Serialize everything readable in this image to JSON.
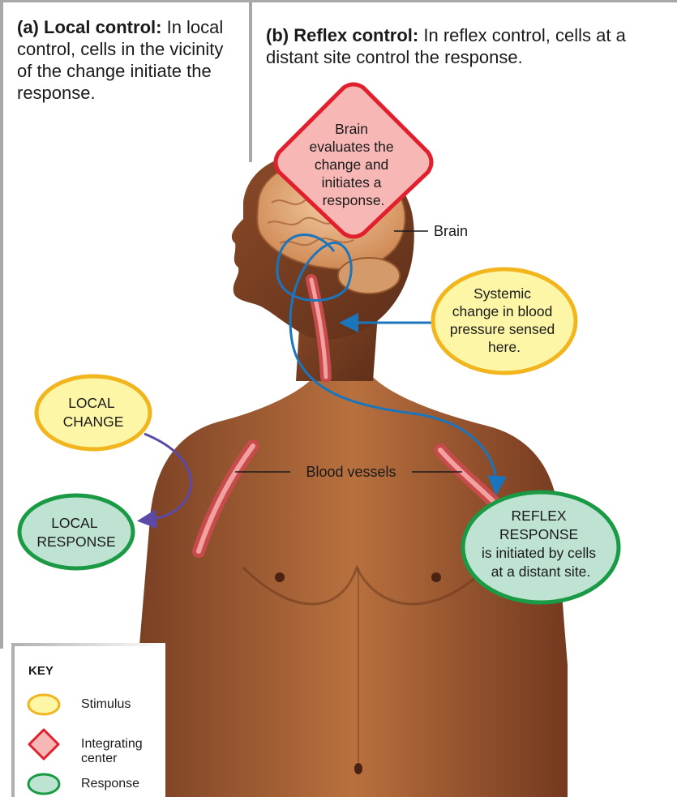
{
  "panel_a": {
    "heading": "(a) Local control:",
    "text": "In local control, cells in the vicinity of the change initiate the response."
  },
  "panel_b": {
    "heading": "(b) Reflex control:",
    "text": "In reflex control, cells at a distant site control the response."
  },
  "nodes": {
    "brain_center": [
      "Brain",
      "evaluates the",
      "change and",
      "initiates a",
      "response."
    ],
    "systemic_change": [
      "Systemic",
      "change in blood",
      "pressure sensed",
      "here."
    ],
    "local_change": [
      "LOCAL",
      "CHANGE"
    ],
    "local_response": [
      "LOCAL",
      "RESPONSE"
    ],
    "reflex_response": [
      "REFLEX",
      "RESPONSE",
      "is initiated by cells",
      "at a distant site."
    ]
  },
  "labels": {
    "brain": "Brain",
    "blood_vessels": "Blood vessels"
  },
  "key": {
    "title": "KEY",
    "items": [
      {
        "label": "Stimulus",
        "shape": "ellipse",
        "fill": "#fdf6a6",
        "stroke": "#f2b51e"
      },
      {
        "label": "Integrating center",
        "shape": "diamond",
        "fill": "#f6b7b5",
        "stroke": "#e0202c"
      },
      {
        "label": "Response",
        "shape": "ellipse",
        "fill": "#bfe3d2",
        "stroke": "#1b9a45"
      }
    ]
  },
  "colors": {
    "stimulus_fill": "#fdf6a6",
    "stimulus_stroke": "#f2b51e",
    "integrator_fill": "#f6b7b5",
    "integrator_stroke": "#e0202c",
    "response_fill": "#bfe3d2",
    "response_stroke": "#1b9a45",
    "reflex_pathway": "#1b75bc",
    "local_pathway": "#5b4aa8"
  }
}
